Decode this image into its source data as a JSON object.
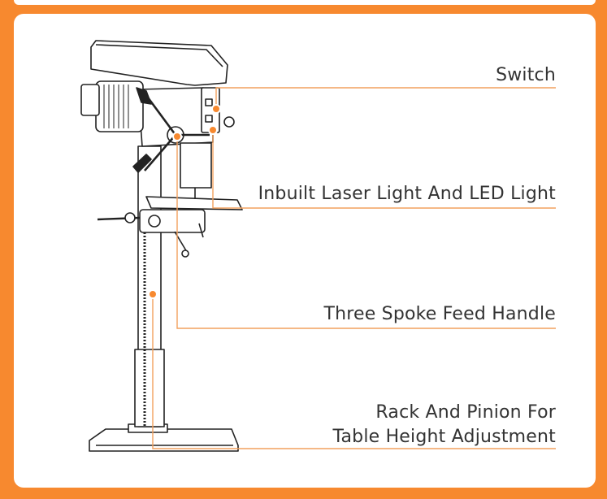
{
  "labels": {
    "switch": "Switch",
    "laser_light": "Inbuilt Laser Light And LED Light",
    "feed_handle": "Three Spoke Feed Handle",
    "rack_line1": "Rack And Pinion For",
    "rack_line2": "Table Height Adjustment"
  },
  "colors": {
    "background": "#f7892f",
    "card": "#ffffff",
    "leader_line": "#f2a15e",
    "text": "#333333",
    "drawing": "#222222"
  },
  "icons": [
    "drill-press-illustration"
  ]
}
